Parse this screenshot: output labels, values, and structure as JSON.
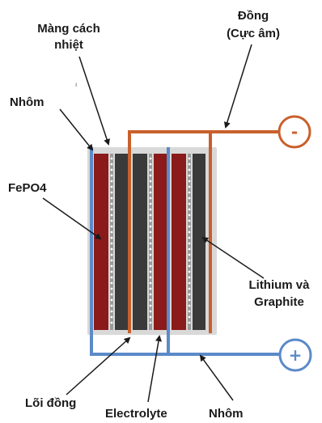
{
  "labels": {
    "separator_line1": "Màng cách",
    "separator_line2": "nhiệt",
    "copper_line1": "Đồng",
    "copper_line2": "(Cực âm)",
    "aluminum_top": "Nhôm",
    "cathode_material": "FePO4",
    "anode_line1": "Lithium và",
    "anode_line2": "Graphite",
    "copper_core": "Lõi đồng",
    "electrolyte": "Electrolyte",
    "aluminum_bottom": "Nhôm",
    "stray_mark": "ı"
  },
  "terminals": {
    "negative_symbol": "-",
    "positive_symbol": "+"
  },
  "colors": {
    "copper_wire": "#c8602c",
    "aluminum_wire": "#5b8ac8",
    "cathode_layer": "#8b1a1a",
    "anode_layer": "#3a3a3a",
    "separator": "#9a9a9a",
    "casing": "#d9d9d9",
    "pointer": "#1a1a1a"
  }
}
